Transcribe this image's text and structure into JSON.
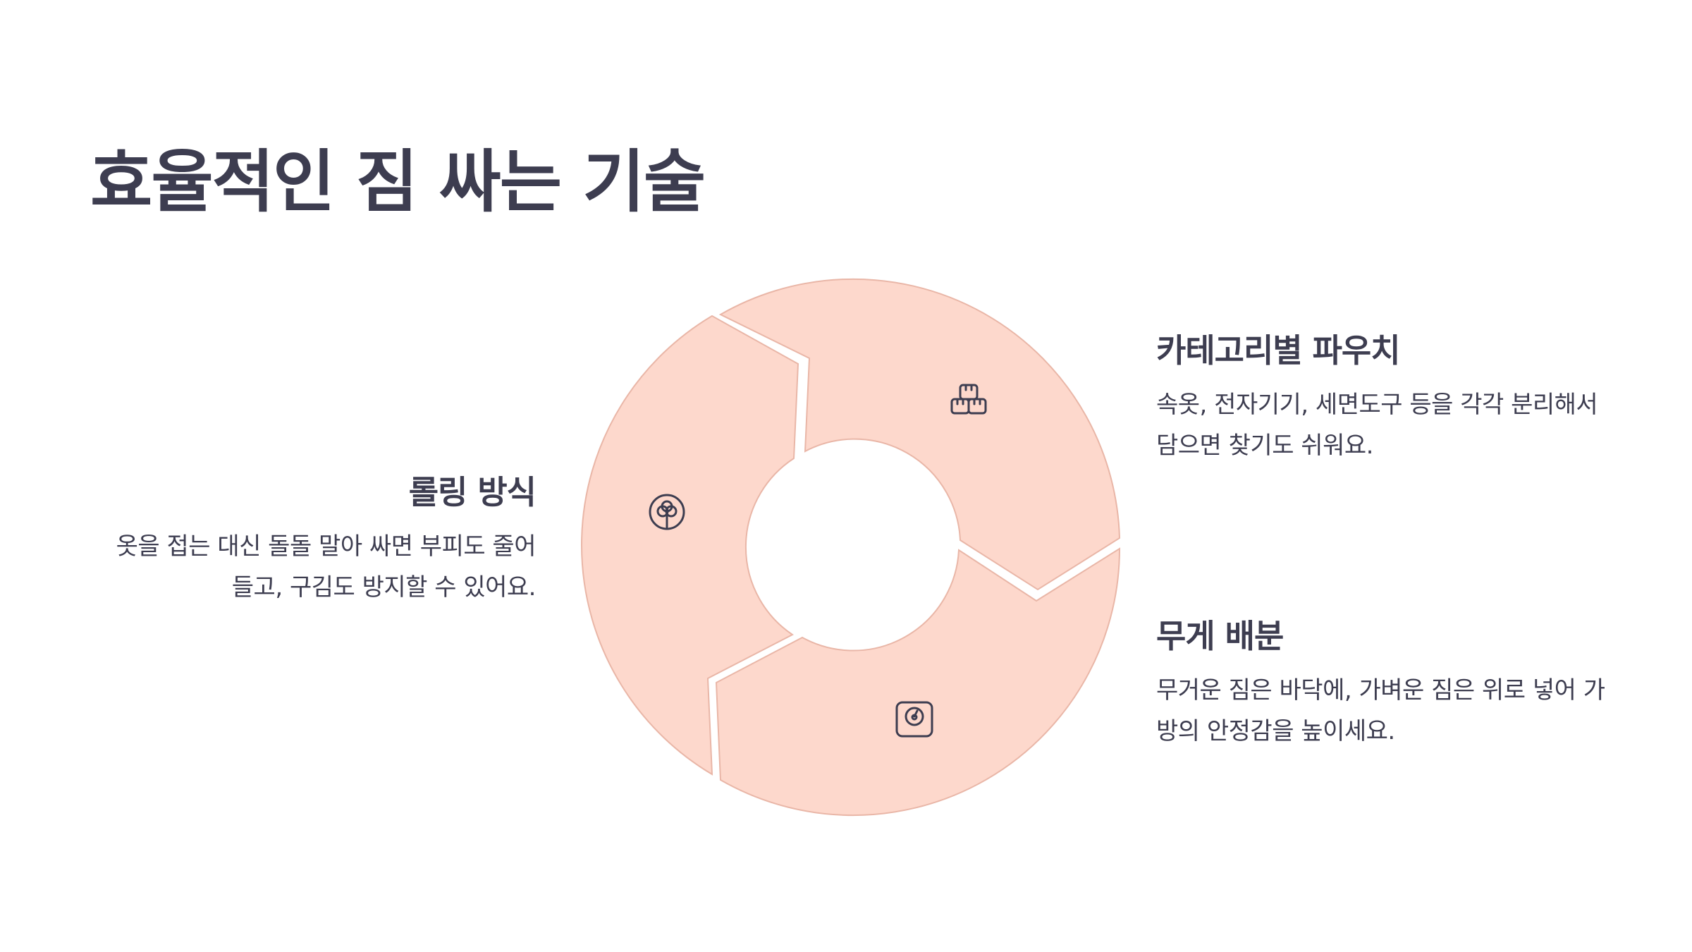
{
  "title": "효율적인 짐 싸는 기술",
  "steps": [
    {
      "heading": "카테고리별 파우치",
      "description": "속옷, 전자기기, 세면도구 등을 각각 분리해서 담으면 찾기도 쉬워요.",
      "icon": "boxes-icon"
    },
    {
      "heading": "무게 배분",
      "description": "무거운 짐은 바닥에, 가벼운 짐은 위로 넣어 가방의 안정감을 높이세요.",
      "icon": "scale-icon"
    },
    {
      "heading": "롤링 방식",
      "description": "옷을 접는 대신 돌돌 말아 싸면 부피도 줄어들고, 구김도 방지할 수 있어요.",
      "icon": "flower-icon"
    }
  ],
  "colors": {
    "segment_fill": "#fdd8cc",
    "segment_stroke": "#e9b6a7",
    "text": "#3d3d50",
    "background": "#ffffff"
  }
}
